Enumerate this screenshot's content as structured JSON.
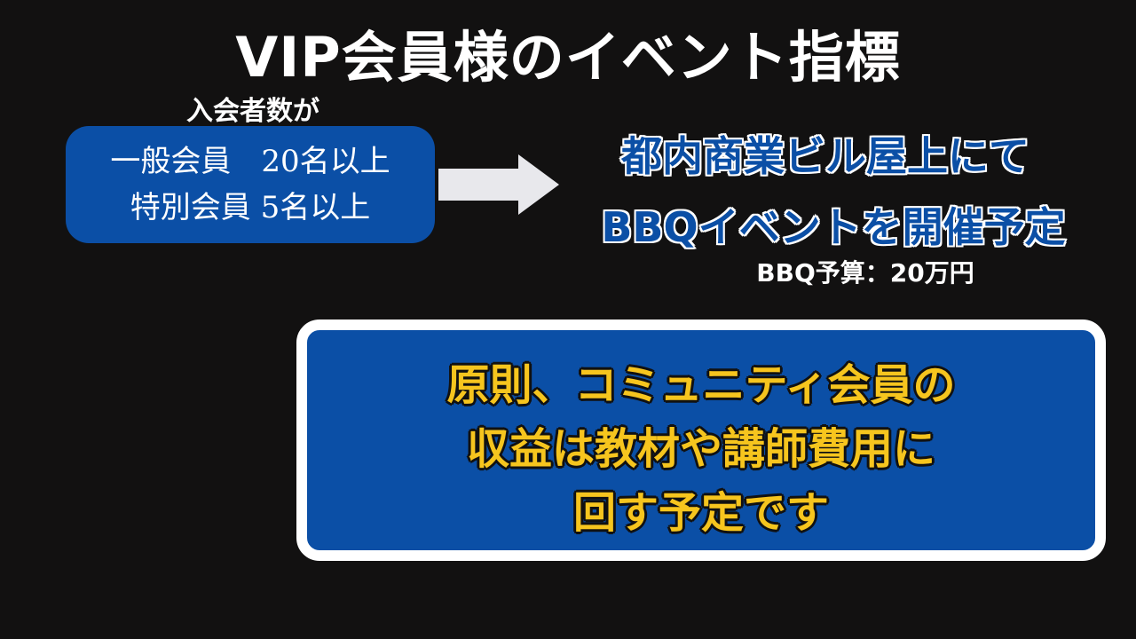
{
  "title": "VIP会員様のイベント指標",
  "members": {
    "label": "入会者数が",
    "lines": [
      "一般会員　20名以上",
      "特別会員 5名以上"
    ]
  },
  "event": {
    "lines": [
      "都内商業ビル屋上にて",
      "BBQイベントを開催予定"
    ],
    "budget": "BBQ予算：20万円"
  },
  "note": {
    "lines": [
      "原則、コミュニティ会員の",
      "収益は教材や講師費用に",
      "回す予定です"
    ]
  },
  "colors": {
    "background": "#121111",
    "box_blue": "#0b4fa6",
    "arrow": "#e8e8ec",
    "note_text": "#f6c51e",
    "white": "#ffffff"
  },
  "icons": {
    "arrow": "right-arrow-icon"
  }
}
